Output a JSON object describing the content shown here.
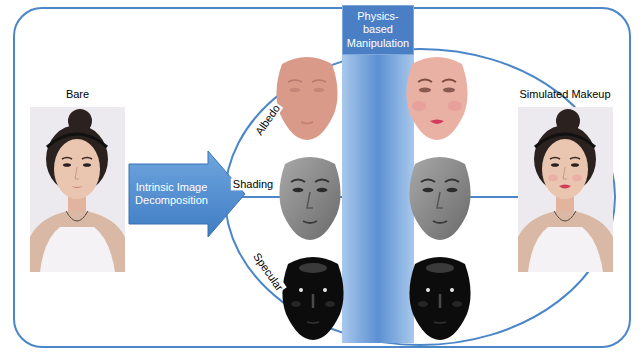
{
  "diagram": {
    "nodes": [
      {
        "text": [
          "Bare"
        ]
      },
      {
        "text": [
          "Intrinsic Image Decomposition"
        ]
      },
      {
        "text": [
          "Physics-based Manipulation"
        ]
      },
      {
        "text": [
          "Simulated Makeup"
        ]
      }
    ],
    "labels": [
      "Albedo",
      "Shading",
      "Specular"
    ]
  }
}
